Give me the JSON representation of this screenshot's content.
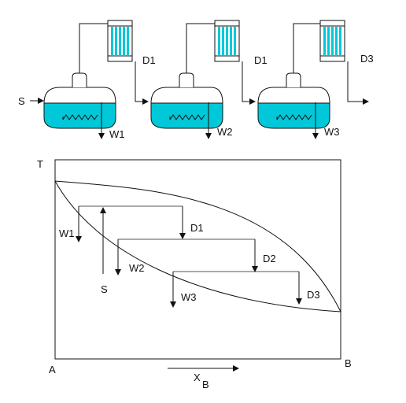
{
  "colors": {
    "liquid": "#00c8d8",
    "condenser_tube": "#00c8d8",
    "line": "#111111"
  },
  "process": {
    "feed_label": "S",
    "stills": [
      {
        "residue_label": "W1",
        "distillate_label": "D1"
      },
      {
        "residue_label": "W2",
        "distillate_label": "D1"
      },
      {
        "residue_label": "W3",
        "distillate_label": "D3"
      }
    ]
  },
  "phase_diagram": {
    "t_axis_label": "T",
    "left_label": "A",
    "right_label": "B",
    "x_axis_label": "X",
    "x_axis_subscript": "B",
    "feed_label": "S",
    "stage_labels": {
      "w1": "W1",
      "w2": "W2",
      "w3": "W3",
      "d1": "D1",
      "d2": "D2",
      "d3": "D3"
    }
  }
}
